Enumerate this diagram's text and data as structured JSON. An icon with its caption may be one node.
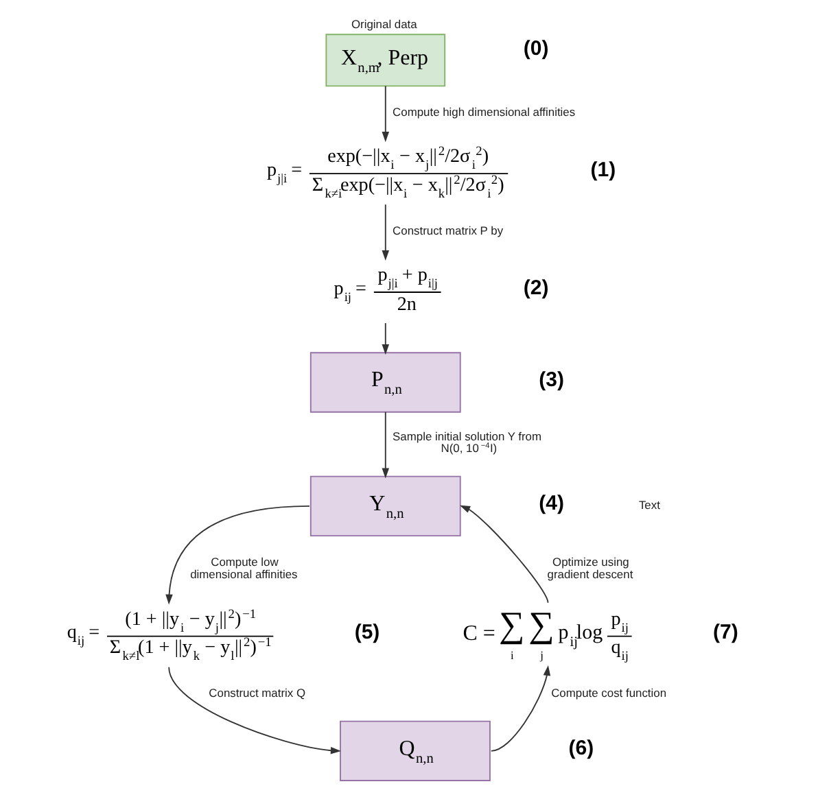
{
  "diagram": {
    "nodes": [
      {
        "text": [
          "Original data",
          "X$_{n,m}$, Perp"
        ],
        "beside": [
          "(0)"
        ]
      },
      {
        "text": [
          "p$_{j|i}$ =",
          "exp(−||x$_{i}$ − x$_{j}$||$^{2}$/2σ$_{i}$$^{2}$)",
          "Σ$_{k≠i}$exp(−||x$_{i}$ − x$_{k}$||$^{2}$/2σ$_{i}$$^{2}$)"
        ],
        "beside": [
          "(1)"
        ]
      },
      {
        "text": [
          "p$_{ij}$ =",
          "p$_{j|i}$ + p$_{i|j}$",
          "2n"
        ],
        "beside": [
          "(2)"
        ]
      },
      {
        "text": [
          "P$_{n,n}$"
        ],
        "beside": [
          "(3)"
        ]
      },
      {
        "text": [
          "Y$_{n,n}$"
        ],
        "beside": [
          "(4)"
        ]
      },
      {
        "text": [
          "q$_{ij}$ =",
          "(1 + ||y$_{i}$ − y$_{j}$||$^{2}$)$^{−1}$",
          "Σ$_{k≠l}$(1 + ||y$_{k}$ − y$_{l}$||$^{2}$)$^{−1}$"
        ],
        "beside": [
          "(5)"
        ]
      },
      {
        "text": [
          "Q$_{n,n}$"
        ],
        "beside": [
          "(6)"
        ]
      },
      {
        "text": [
          "C =",
          "∑",
          "i",
          "∑",
          "j",
          "p$_{ij}$log",
          "p$_{ij}$",
          "q$_{ij}$"
        ],
        "beside": [
          "(7)"
        ]
      }
    ],
    "edges": [
      {
        "from": 0,
        "to": 1,
        "arrow": "to",
        "label": "Compute high dimensional affinities"
      },
      {
        "from": 1,
        "to": 2,
        "arrow": "to",
        "label": "Construct matrix P by"
      },
      {
        "from": 2,
        "to": 3,
        "arrow": "to"
      },
      {
        "from": 3,
        "to": 4,
        "arrow": "to",
        "label": "Sample initial solution Y from N(0, 10$^{−4}$I)"
      },
      {
        "from": 4,
        "to": 5,
        "arrow": "to",
        "label": "Compute low dimensional affinities"
      },
      {
        "from": 5,
        "to": 6,
        "arrow": "to",
        "label": "Construct matrix Q"
      },
      {
        "from": 6,
        "to": 7,
        "arrow": "to",
        "label": "Compute cost function"
      },
      {
        "from": 7,
        "to": 4,
        "arrow": "to",
        "label": "Optimize using gradient descent"
      }
    ],
    "labels": [
      "Text"
    ]
  }
}
